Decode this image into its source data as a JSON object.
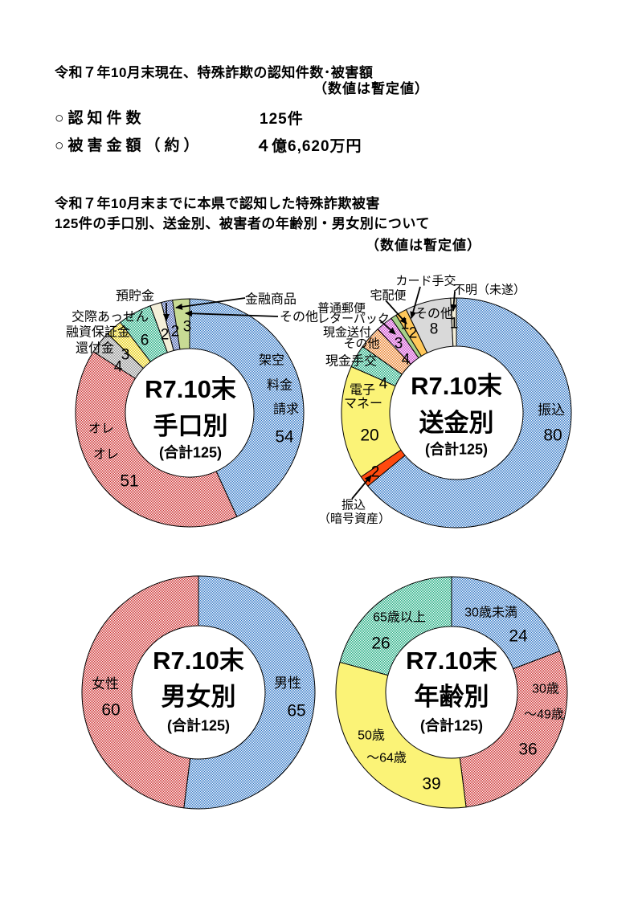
{
  "header": {
    "title": "令和７年10月末現在、特殊詐欺の認知件数･被害額",
    "note": "（数値は暫定値）"
  },
  "summary": {
    "cases_label": "○認知件数",
    "cases_value": "125件",
    "amount_label": "○被害金額（約）",
    "amount_value": "４億6,620万円"
  },
  "section2": {
    "line1": "令和７年10月末までに本県で認知した特殊詐欺被害",
    "line2": "125件の手口別、送金別、被害者の年齢別・男女別について",
    "note": "（数値は暫定値）"
  },
  "chart_data": {
    "type": "pie",
    "variant": "donut",
    "charts": [
      {
        "id": "by-method",
        "center_title": "R7.10末",
        "center_name": "手口別",
        "center_total": "(合計125)",
        "total": 125,
        "segments": [
          {
            "label": "架空料金請求",
            "label_lines": [
              "架空",
              "料金",
              "請求"
            ],
            "value": 54,
            "color": "#2E75C6",
            "pattern": true
          },
          {
            "label": "オレオレ",
            "label_lines": [
              "オレ",
              "オレ"
            ],
            "value": 51,
            "color": "#CC2B2B",
            "pattern": true
          },
          {
            "label": "還付金",
            "value": 4,
            "color": "#8C8C8C",
            "pattern": true
          },
          {
            "label": "融資保証金",
            "value": 3,
            "color": "#E8CE00",
            "pattern": true
          },
          {
            "label": "交際あっせん",
            "value": 6,
            "color": "#14A87A",
            "pattern": true
          },
          {
            "label": "預貯金",
            "value": 2,
            "color": "#F4EFD9",
            "pattern": false
          },
          {
            "label": "金融商品",
            "value": 2,
            "color": "#3A56A8",
            "pattern": true
          },
          {
            "label": "その他",
            "value": 3,
            "color": "#C8DB94",
            "pattern": false
          }
        ]
      },
      {
        "id": "by-payment",
        "center_title": "R7.10末",
        "center_name": "送金別",
        "center_total": "(合計125)",
        "total": 125,
        "segments": [
          {
            "label": "振込",
            "value": 80,
            "color": "#2E75C6",
            "pattern": true
          },
          {
            "label": "振込（暗号資産）",
            "label_lines": [
              "振込",
              "（暗号資産）"
            ],
            "value": 2,
            "color": "#FF4A0E",
            "pattern": false
          },
          {
            "label": "電子マネー",
            "label_lines": [
              "電子",
              "マネー"
            ],
            "value": 20,
            "color": "#FBF377",
            "pattern": false
          },
          {
            "label": "現金手交",
            "value": 4,
            "color": "#14A87A",
            "pattern": true
          },
          {
            "label": "現金送付その他",
            "label_lines": [
              "現金送付",
              "その他"
            ],
            "value": 4,
            "color": "#E87A20",
            "pattern": true
          },
          {
            "label": "普通郵便レターパック",
            "label_lines": [
              "普通郵便",
              "レターパック"
            ],
            "value": 3,
            "color": "#CC3FCC",
            "pattern": true
          },
          {
            "label": "宅配便",
            "value": 1,
            "color": "#A8D18A",
            "pattern": false
          },
          {
            "label": "カード手交",
            "value": 2,
            "color": "#FFC85A",
            "pattern": false
          },
          {
            "label": "その他",
            "value": 8,
            "color": "#D9D9D9",
            "pattern": false
          },
          {
            "label": "不明（未遂）",
            "value": 1,
            "color": "#F4EFD9",
            "pattern": false
          }
        ]
      },
      {
        "id": "by-gender",
        "center_title": "R7.10末",
        "center_name": "男女別",
        "center_total": "(合計125)",
        "total": 125,
        "segments": [
          {
            "label": "男性",
            "value": 65,
            "color": "#2E75C6",
            "pattern": true
          },
          {
            "label": "女性",
            "value": 60,
            "color": "#CC2B2B",
            "pattern": true
          }
        ]
      },
      {
        "id": "by-age",
        "center_title": "R7.10末",
        "center_name": "年齢別",
        "center_total": "(合計125)",
        "total": 125,
        "segments": [
          {
            "label": "30歳未満",
            "value": 24,
            "color": "#2E75C6",
            "pattern": true
          },
          {
            "label": "30歳～49歳",
            "label_lines": [
              "30歳",
              "～49歳"
            ],
            "value": 36,
            "color": "#CC2B2B",
            "pattern": true
          },
          {
            "label": "50歳～64歳",
            "label_lines": [
              "50歳",
              "～64歳"
            ],
            "value": 39,
            "color": "#FBF377",
            "pattern": false
          },
          {
            "label": "65歳以上",
            "value": 26,
            "color": "#14A87A",
            "pattern": true
          }
        ]
      }
    ]
  }
}
